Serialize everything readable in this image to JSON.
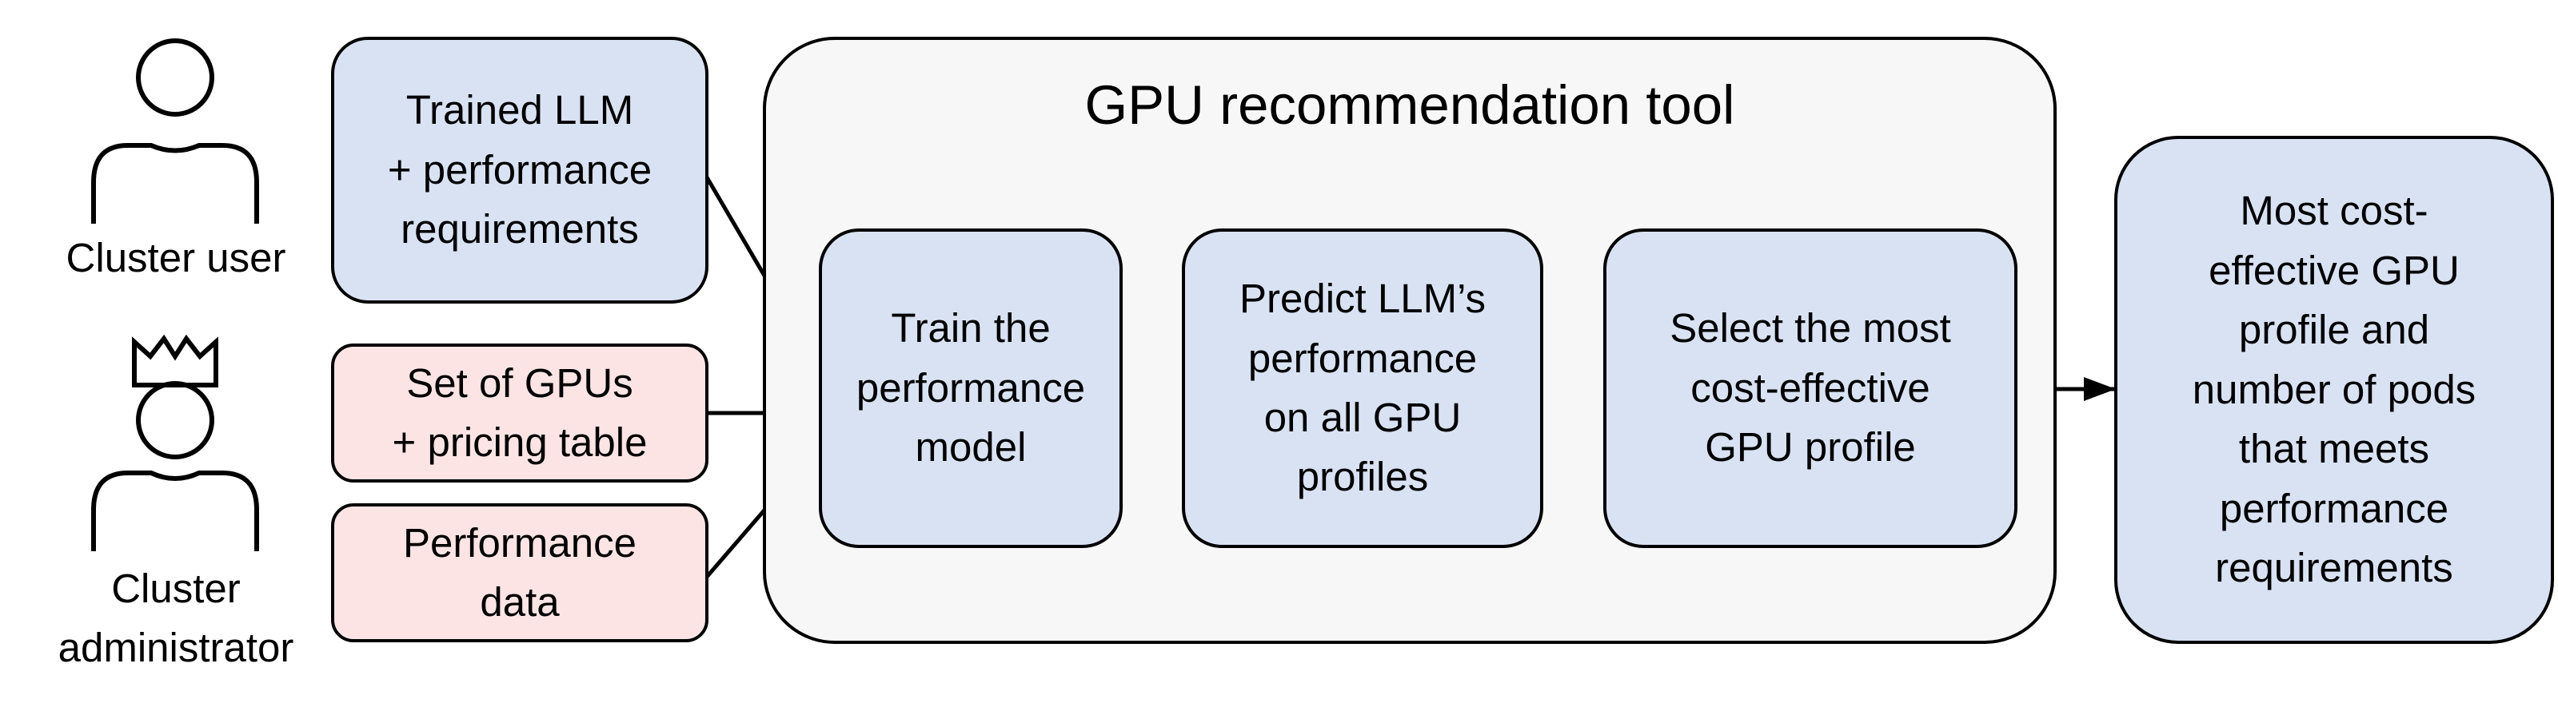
{
  "actors": {
    "user": {
      "label": "Cluster user",
      "icon": "person-icon"
    },
    "admin": {
      "label": "Cluster\nadministrator",
      "icon": "crowned-person-icon"
    }
  },
  "inputs": {
    "llm": "Trained LLM\n+ performance\nrequirements",
    "gpus": "Set of GPUs\n+ pricing table",
    "perf_data": "Performance\ndata"
  },
  "tool": {
    "title": "GPU recommendation tool",
    "steps": [
      "Train the\nperformance\nmodel",
      "Predict LLM’s\nperformance\non all GPU\nprofiles",
      "Select the most\ncost-effective\nGPU profile"
    ]
  },
  "output": "Most cost-\neffective GPU\nprofile and\nnumber of pods\nthat meets\nperformance\nrequirements",
  "colors": {
    "input_user": "#d9e2f3",
    "input_admin": "#fce4e4",
    "step": "#d9e2f3",
    "tool_bg": "#f7f7f7",
    "stroke": "#000000"
  }
}
